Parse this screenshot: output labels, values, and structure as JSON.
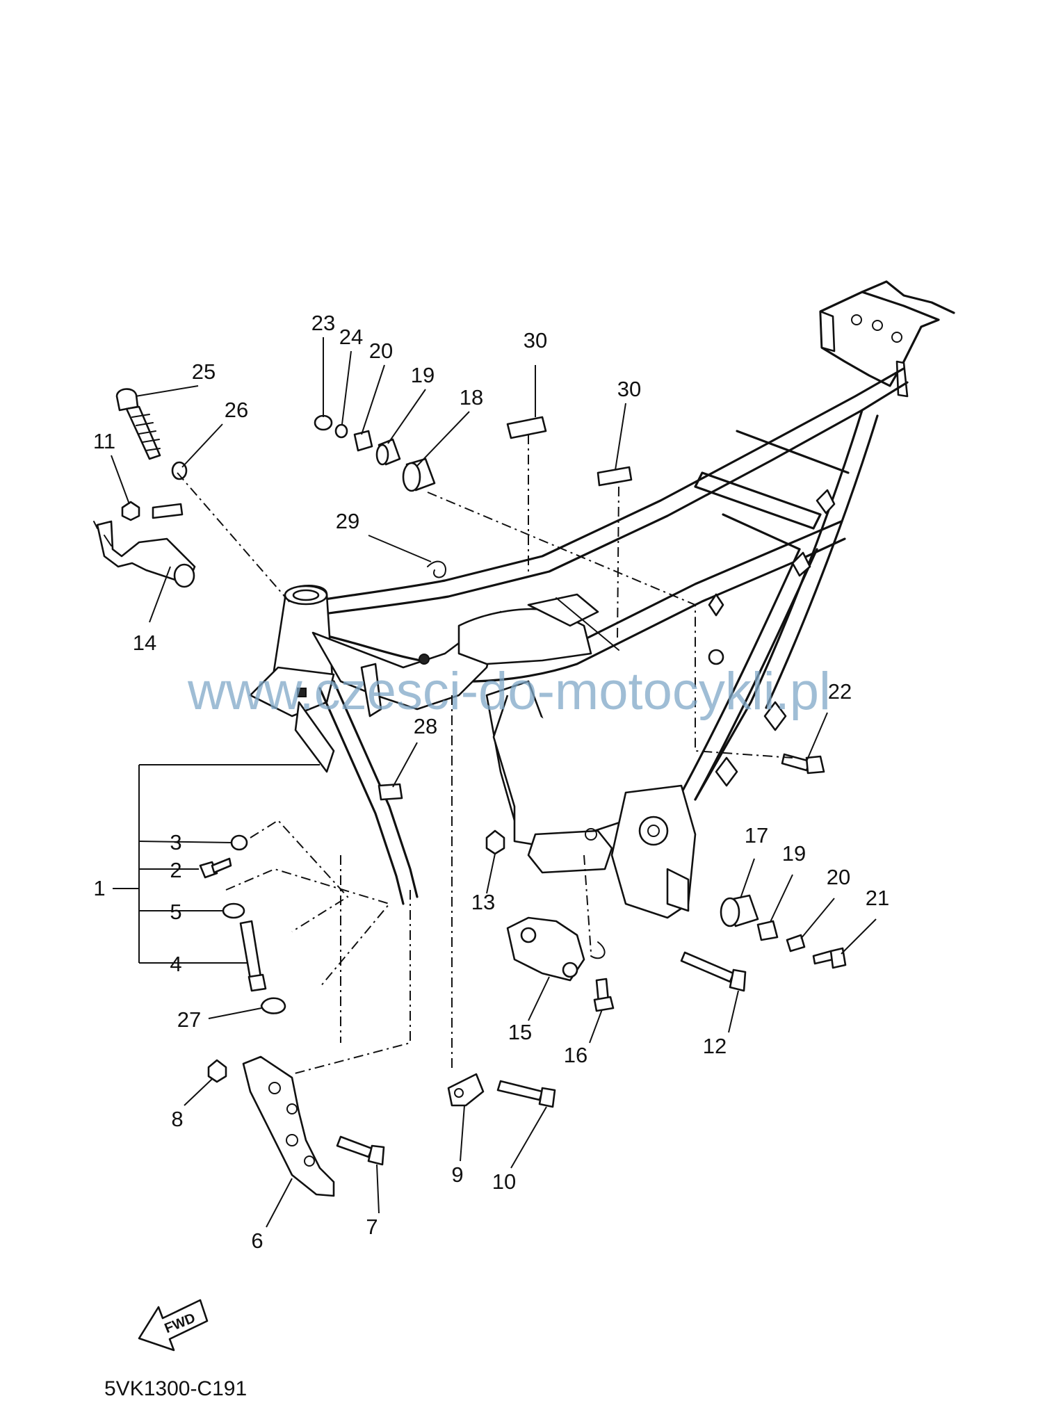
{
  "diagram": {
    "watermark": "www.czesci-do-motocykli.pl",
    "drawing_code": "5VK1300-C191",
    "fwd_label": "FWD",
    "part_labels": [
      "23",
      "24",
      "20",
      "19",
      "18",
      "30",
      "30",
      "25",
      "26",
      "11",
      "29",
      "14",
      "22",
      "28",
      "3",
      "2",
      "1",
      "5",
      "4",
      "27",
      "17",
      "19",
      "20",
      "21",
      "13",
      "15",
      "16",
      "12",
      "8",
      "9",
      "10",
      "7",
      "6"
    ]
  }
}
